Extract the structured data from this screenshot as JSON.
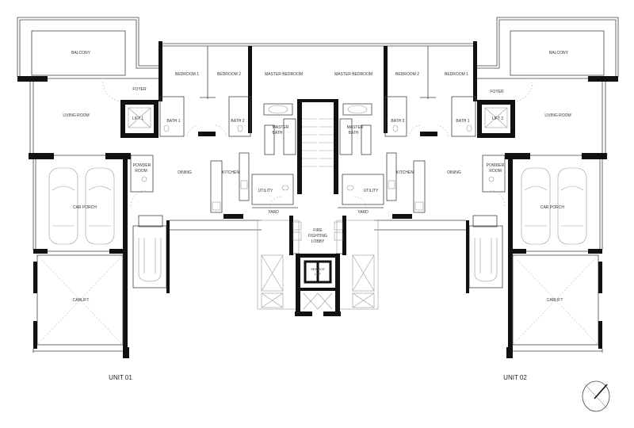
{
  "plan": {
    "unit_left": {
      "title": "UNIT 01",
      "rooms": {
        "balcony": "BALCONY",
        "foyer": "FOYER",
        "living_room": "LIVING ROOM",
        "lift": "LIFT 1",
        "bedroom_1": "BEDROOM 1",
        "bedroom_2": "BEDROOM 2",
        "master_bedroom": "MASTER BEDROOM",
        "bath_1": "BATH 1",
        "bath_2": "BATH 2",
        "master_bath_1": "MASTER",
        "master_bath_2": "BATH",
        "powder_room_1": "POWDER",
        "powder_room_2": "ROOM",
        "dining": "DINING",
        "kitchen": "KITCHEN",
        "utility": "UTILITY",
        "yard": "YARD",
        "car_porch": "CAR PORCH",
        "carlift": "CARLIFT"
      }
    },
    "unit_right": {
      "title": "UNIT 02",
      "rooms": {
        "balcony": "BALCONY",
        "foyer": "FOYER",
        "living_room": "LIVING ROOM",
        "lift": "LIFT 2",
        "bedroom_1": "BEDROOM 1",
        "bedroom_2": "BEDROOM 2",
        "master_bedroom": "MASTER BEDROOM",
        "bath_1": "BATH 1",
        "bath_2": "BATH 2",
        "master_bath_1": "MASTER",
        "master_bath_2": "BATH",
        "powder_room_1": "POWDER",
        "powder_room_2": "ROOM",
        "dining": "DINING",
        "kitchen": "KITCHEN",
        "utility": "UTILITY",
        "yard": "YARD",
        "car_porch": "CAR PORCH",
        "carlift": "CARLIFT"
      }
    },
    "core": {
      "lobby_1": "FIRE",
      "lobby_2": "FIGHTING",
      "lobby_3": "LOBBY",
      "service_lift_1": "SERVICE",
      "service_lift_2": "LIFT"
    },
    "compass": {
      "icon": "north-arrow-icon"
    }
  }
}
